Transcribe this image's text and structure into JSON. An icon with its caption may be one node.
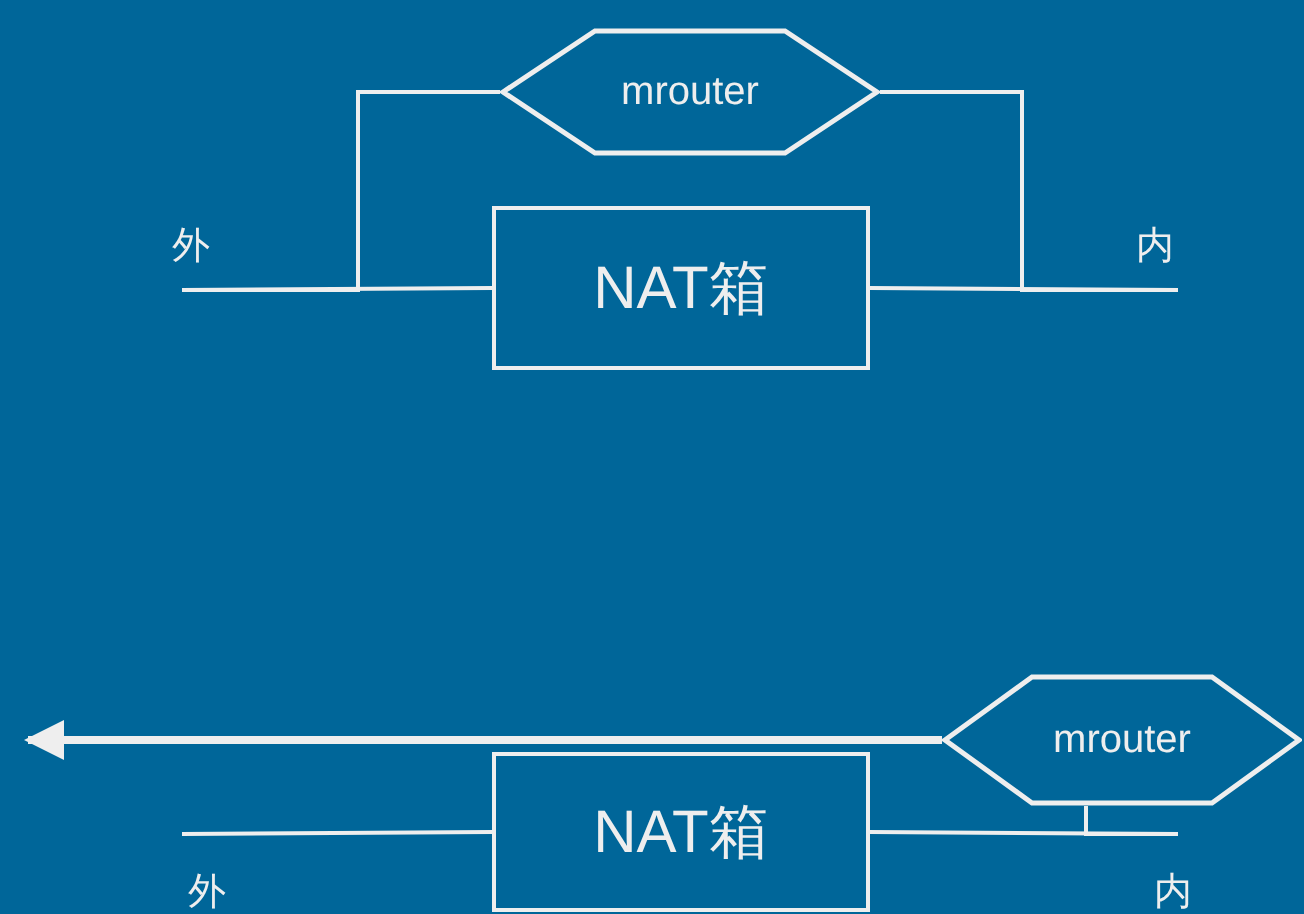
{
  "diagram": {
    "nodes": [
      {
        "text": [
          "mrouter"
        ]
      },
      {
        "text": [
          "NAT箱"
        ]
      },
      {
        "text": [
          "mrouter"
        ]
      },
      {
        "text": [
          "NAT箱"
        ]
      }
    ],
    "edges": [
      {
        "from": null,
        "to": 1,
        "arrow": "none"
      },
      {
        "from": null,
        "to": 0,
        "arrow": "none"
      },
      {
        "from": 1,
        "to": null,
        "arrow": "none"
      },
      {
        "from": 0,
        "to": null,
        "arrow": "none"
      },
      {
        "from": null,
        "to": 3,
        "arrow": "none"
      },
      {
        "from": 3,
        "to": null,
        "arrow": "none"
      },
      {
        "from": 2,
        "to": null,
        "arrow": "none"
      },
      {
        "from": 2,
        "to": null,
        "arrow": "to",
        "style": "thick"
      }
    ],
    "labels": [
      "外",
      "内",
      "外",
      "内"
    ]
  }
}
